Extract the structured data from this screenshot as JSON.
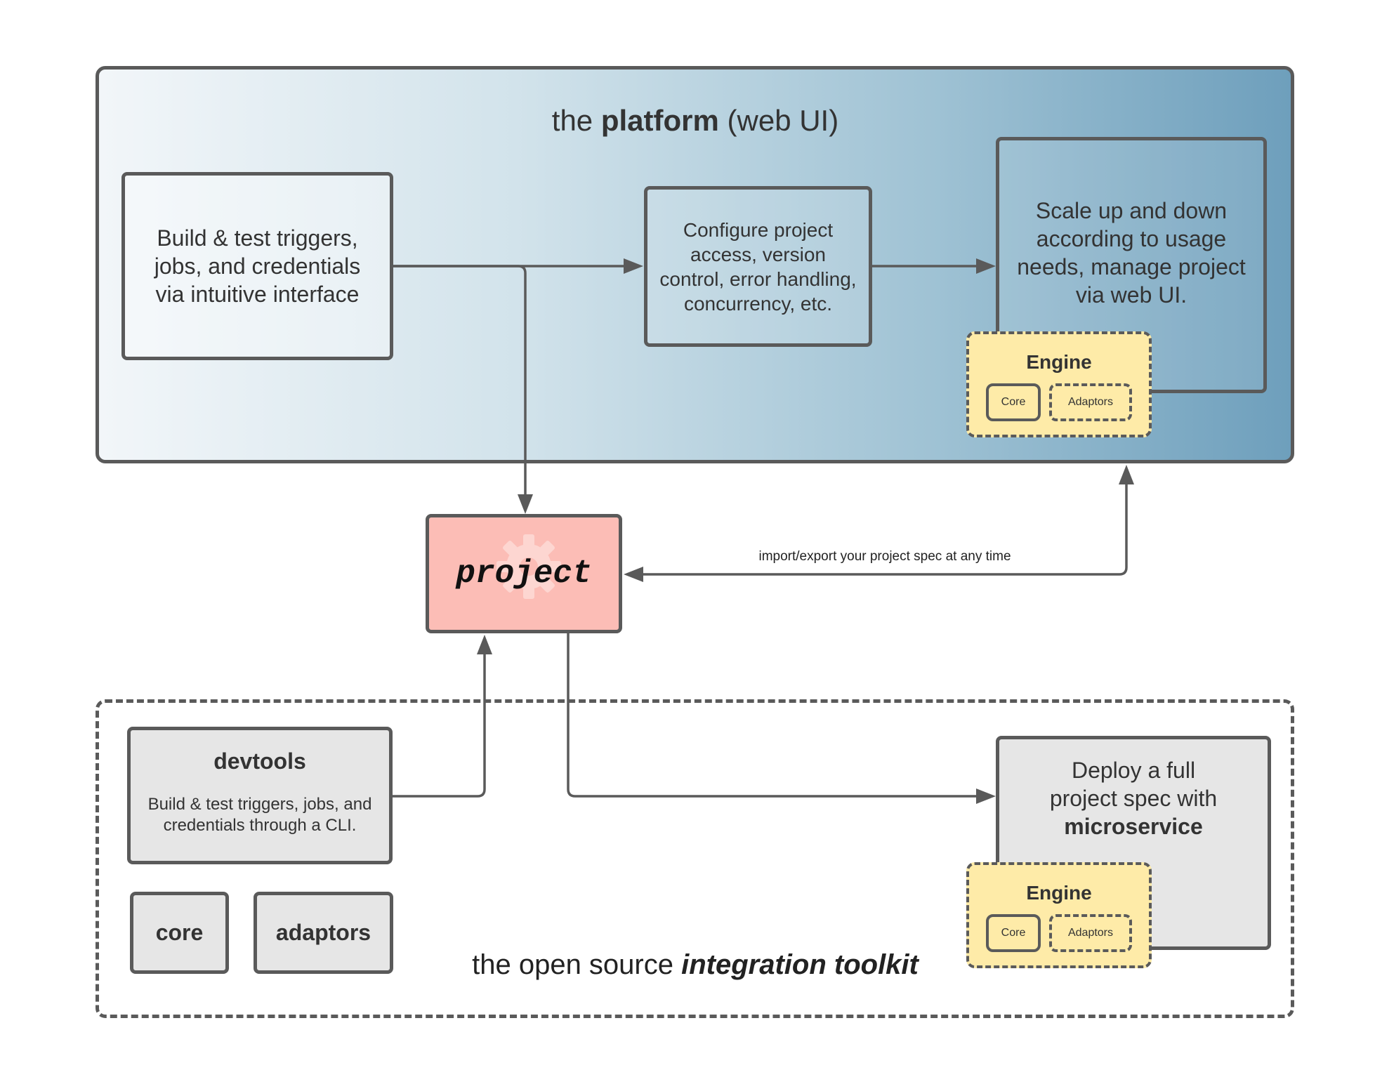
{
  "platform": {
    "title_prefix": "the",
    "title_bold": "platform",
    "title_suffix": "(web UI)",
    "triggers_lines": [
      "Build & test triggers,",
      "jobs, and credentials",
      "via intuitive interface"
    ],
    "configure_lines": [
      "Configure project",
      "access, version",
      "control, error handling,",
      "concurrency, etc."
    ],
    "scale_lines": [
      "Scale up and down",
      "according to usage",
      "needs, manage project",
      "via web UI."
    ],
    "engine": {
      "title": "Engine",
      "core": "Core",
      "adaptors": "Adaptors"
    }
  },
  "project": {
    "label": "project",
    "import_export_label": "import/export your project spec at any time"
  },
  "toolkit": {
    "title_prefix": "the open source",
    "title_emphasis": "integration toolkit",
    "devtools": {
      "title": "devtools",
      "desc_lines": [
        "Build & test triggers, jobs, and",
        "credentials through a CLI."
      ]
    },
    "core_label": "core",
    "adaptors_label": "adaptors",
    "deploy_lines": [
      "Deploy a full",
      "project spec with"
    ],
    "deploy_bold": "microservice",
    "engine": {
      "title": "Engine",
      "core": "Core",
      "adaptors": "Adaptors"
    }
  },
  "colors": {
    "stroke": "#5a5a5a",
    "platform_gradient_start": "#f2f6f9",
    "platform_gradient_end": "#6e9fbc",
    "engine_fill": "#feeba8",
    "project_fill": "#fcbdb6",
    "toolkit_box_fill": "#e6e6e6"
  }
}
